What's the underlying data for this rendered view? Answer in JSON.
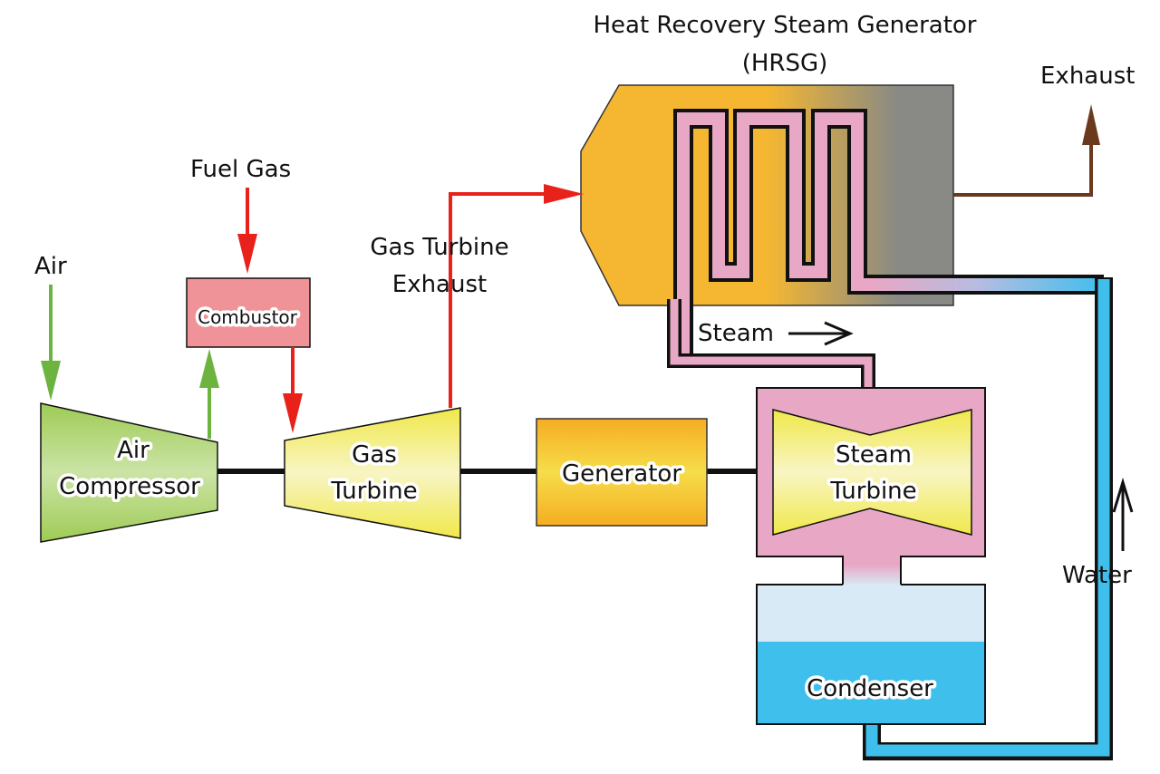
{
  "title": "Combined Cycle Power Plant",
  "components": {
    "hrsg": {
      "line1": "Heat Recovery Steam Generator",
      "line2": "(HRSG)"
    },
    "air_compressor": {
      "line1": "Air",
      "line2": "Compressor"
    },
    "combustor": {
      "label": "Combustor"
    },
    "gas_turbine": {
      "line1": "Gas",
      "line2": "Turbine"
    },
    "generator": {
      "label": "Generator"
    },
    "steam_turbine": {
      "line1": "Steam",
      "line2": "Turbine"
    },
    "condenser": {
      "label": "Condenser"
    }
  },
  "flows": {
    "air": "Air",
    "fuel_gas": "Fuel Gas",
    "gt_exhaust": {
      "line1": "Gas Turbine",
      "line2": "Exhaust"
    },
    "exhaust": "Exhaust",
    "steam": "Steam",
    "water": "Water"
  },
  "colors": {
    "air_flow": "#6db33f",
    "gas_flow": "#e8221b",
    "exhaust_flow": "#6b3a1e",
    "steam_pink": "#e8a7c5",
    "water_blue": "#3fbfec",
    "hrsg_orange": "#f5b731",
    "hrsg_grey": "#898a85",
    "combustor_red": "#f09398",
    "generator_orange": "#f5ad22",
    "turbine_yellow": "#f2ea4a",
    "compressor_green": "#a5cf62",
    "condenser_light": "#d8eaf6"
  }
}
